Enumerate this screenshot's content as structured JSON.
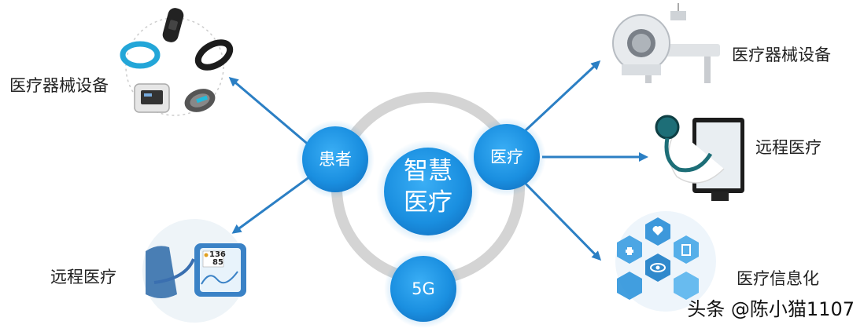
{
  "center": {
    "title": "智慧医疗"
  },
  "nodes": {
    "patient": "患者",
    "medical": "医疗",
    "network": "5G",
    "bp_reading_1": "136",
    "bp_reading_2": "85"
  },
  "left": {
    "devices_label": "医疗器械设备",
    "remote_label": "远程医疗"
  },
  "right": {
    "devices_label": "医疗器械设备",
    "remote_label": "远程医疗",
    "info_label": "医疗信息化"
  },
  "watermark": "头条 @陈小猫1107",
  "colors": {
    "accent_blue": "#1e90e0",
    "arrow_blue": "#2b7fc4",
    "ring_gray": "#d4d4d4"
  }
}
